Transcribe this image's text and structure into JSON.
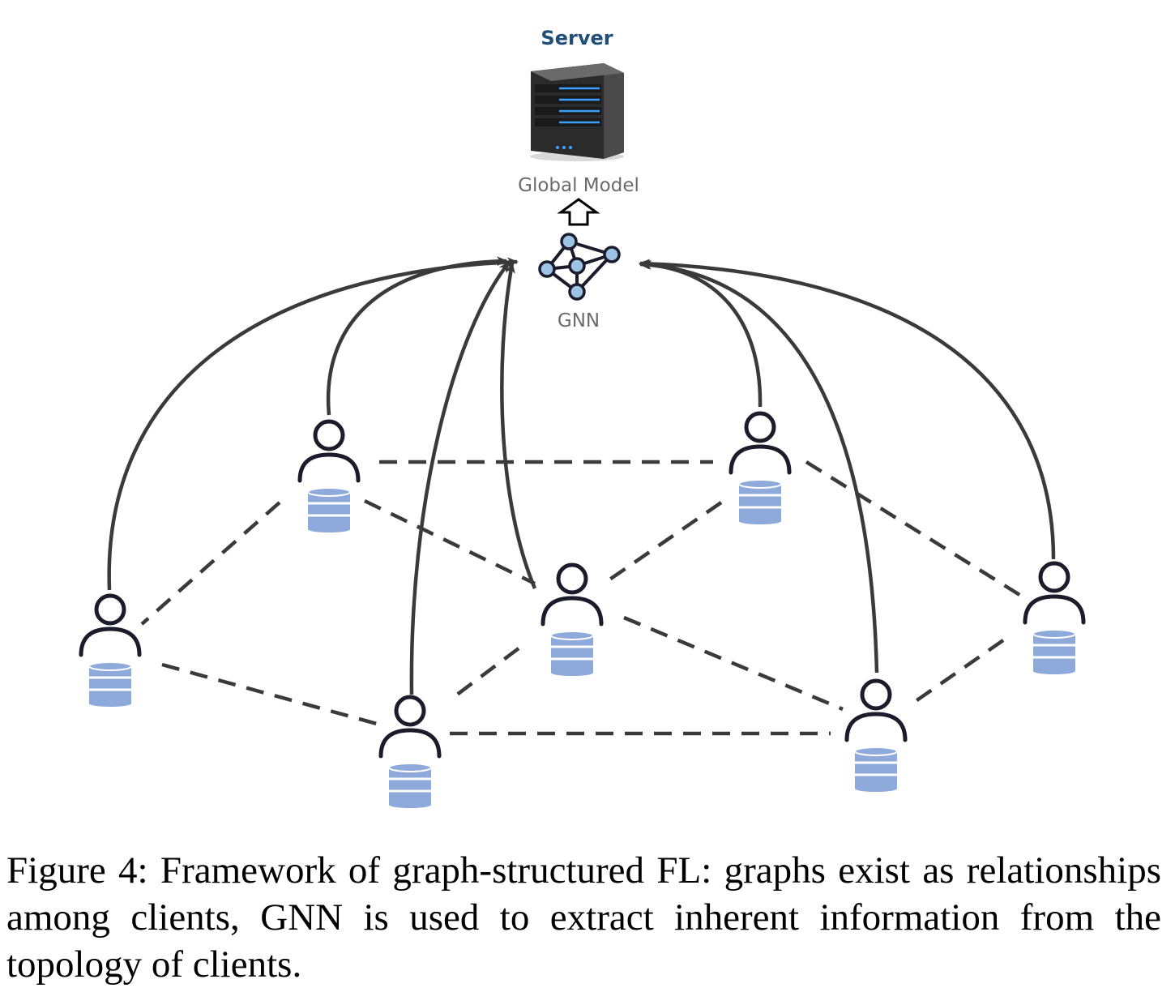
{
  "server": {
    "title": "Server",
    "icon": "server-rack-icon",
    "model_label": "Global Model",
    "upload_arrow_icon": "up-arrow-icon"
  },
  "gnn": {
    "label": "GNN",
    "icon": "neural-graph-icon"
  },
  "clients": {
    "icon": "user-with-database-icon",
    "count": 7
  },
  "caption": "Figure 4: Framework of graph-structured FL: graphs exist as relationships among clients, GNN is used to extract inherent information from the topology of clients.",
  "colors": {
    "server_title": "#1f4e79",
    "database": "#8eaadb",
    "node": "#9dc3e6",
    "line": "#3a3a3a"
  }
}
